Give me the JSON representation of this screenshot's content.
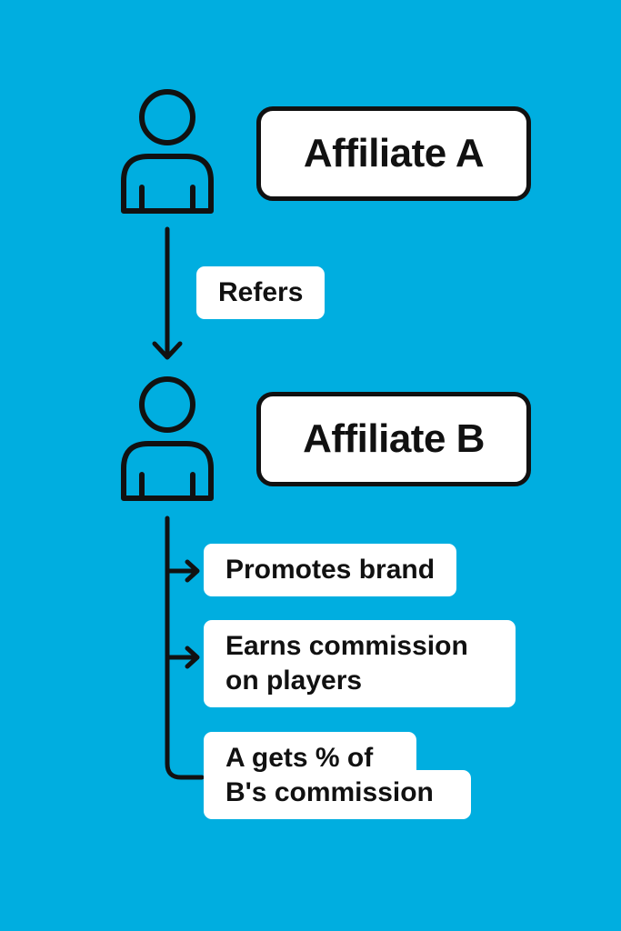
{
  "colors": {
    "background": "#00AEE0",
    "ink": "#111111",
    "box": "#FFFFFF"
  },
  "affiliate_a": {
    "icon": "person-icon",
    "label": "Affiliate A"
  },
  "relation": {
    "label": "Refers"
  },
  "affiliate_b": {
    "icon": "person-icon",
    "label": "Affiliate B"
  },
  "outcomes": [
    {
      "lines": [
        "Promotes brand"
      ]
    },
    {
      "lines": [
        "Earns commission",
        "on players"
      ]
    },
    {
      "lines": [
        "A gets % of",
        "B's commission"
      ]
    }
  ]
}
